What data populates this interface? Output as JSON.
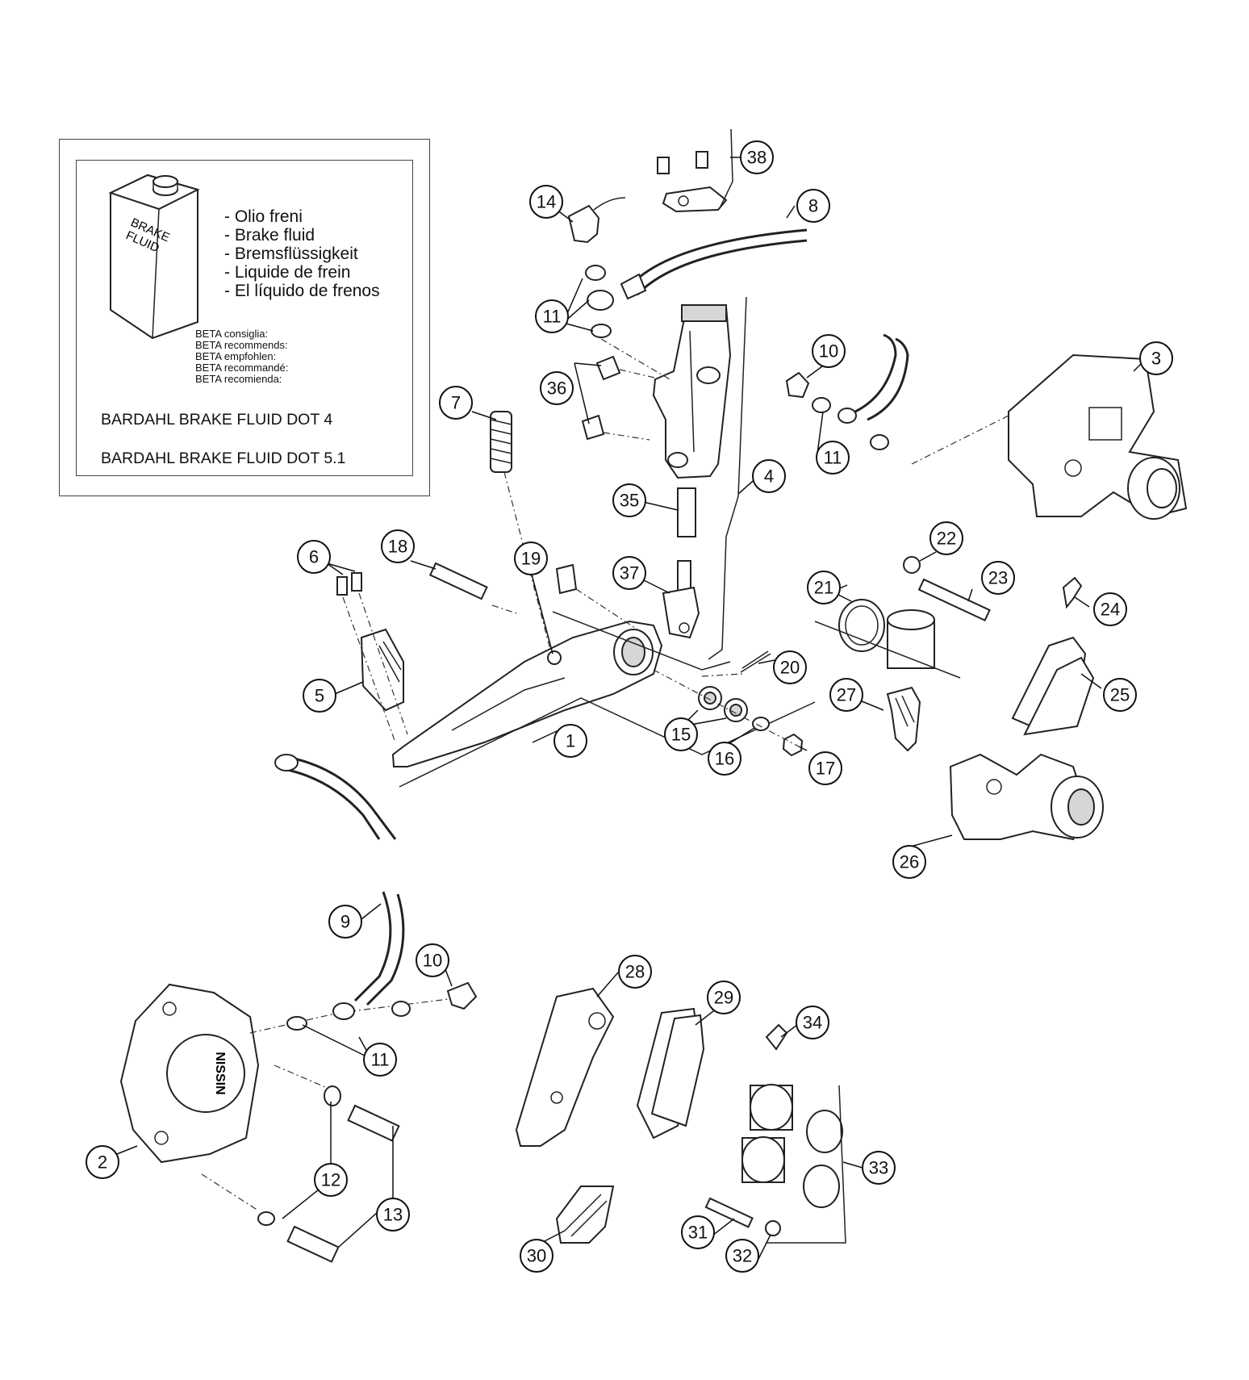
{
  "fluid_box": {
    "can_label": [
      "BRAKE",
      "FLUID"
    ],
    "languages": [
      "- Olio freni",
      "- Brake fluid",
      "- Bremsflüssigkeit",
      "- Liquide de frein",
      "- El líquido de frenos"
    ],
    "recommends": [
      "BETA consiglia:",
      "BETA recommends:",
      "BETA empfohlen:",
      "BETA recommandé:",
      "BETA recomienda:"
    ],
    "products": [
      "BARDAHL BRAKE FLUID DOT 4",
      "BARDAHL BRAKE FLUID DOT 5.1"
    ]
  },
  "caliper_brand": "NISSIN",
  "callouts": [
    "1",
    "2",
    "3",
    "4",
    "5",
    "6",
    "7",
    "8",
    "9",
    "10",
    "10",
    "11",
    "11",
    "11",
    "12",
    "13",
    "14",
    "15",
    "16",
    "17",
    "18",
    "19",
    "20",
    "21",
    "22",
    "23",
    "24",
    "25",
    "26",
    "27",
    "28",
    "29",
    "30",
    "31",
    "32",
    "33",
    "34",
    "35",
    "36",
    "37",
    "38"
  ]
}
